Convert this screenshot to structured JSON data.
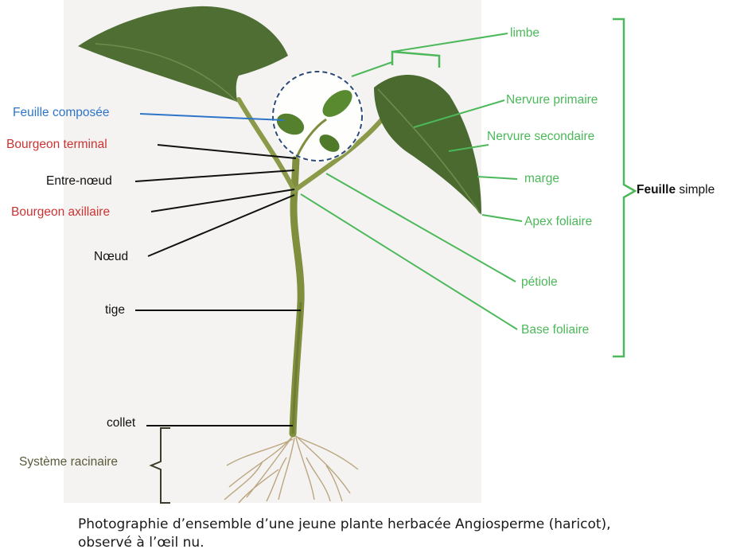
{
  "labels": {
    "feuille_composee": "Feuille composée",
    "bourgeon_terminal": "Bourgeon terminal",
    "entre_noeud": "Entre-nœud",
    "bourgeon_axillaire": "Bourgeon axillaire",
    "noeud": "Nœud",
    "tige": "tige",
    "collet": "collet",
    "systeme_racinaire": "Système racinaire",
    "limbe": "limbe",
    "nervure_primaire": "Nervure primaire",
    "nervure_secondaire": "Nervure secondaire",
    "marge": "marge",
    "apex_foliaire": "Apex foliaire",
    "petiole": "pétiole",
    "base_foliaire": "Base foliaire",
    "feuille_bold": "Feuille",
    "feuille_rest": " simple"
  },
  "caption": {
    "line1": "Photographie d’ensemble d’une jeune plante herbacée Angiosperme (haricot),",
    "line2": "observé à l’œil nu."
  },
  "colors": {
    "blue": "#2e75c9",
    "red": "#cc3333",
    "black": "#111111",
    "green": "#4cb85a",
    "olive": "#5a5a3a",
    "leaf": "#4f6e34",
    "leaf_dark": "#3d5a27",
    "stem": "#8b9a4a",
    "photo_bg": "#f4f3f1"
  }
}
